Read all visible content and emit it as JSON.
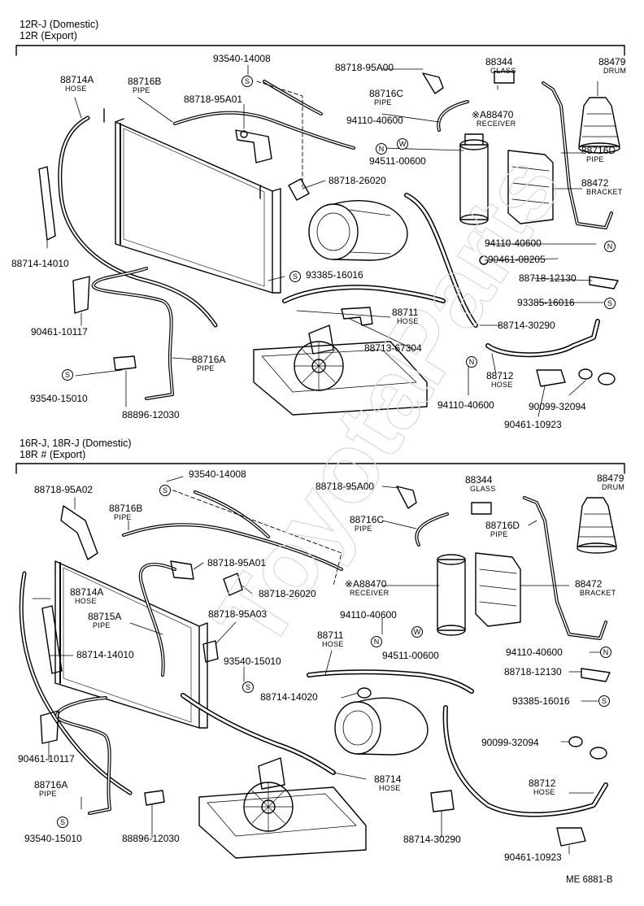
{
  "colors": {
    "ink": "#000000",
    "paper": "#ffffff",
    "watermark": "#d9d9d9"
  },
  "watermark": "ToyotaParts",
  "diagram_code": "ME 6881-B",
  "top": {
    "heading_line1": "12R-J (Domestic)",
    "heading_line2": "12R (Export)",
    "labels": [
      {
        "pn": "93540-14008"
      },
      {
        "pn": "88718-95A00"
      },
      {
        "pn": "88344",
        "sub": "GLASS"
      },
      {
        "pn": "88479",
        "sub": "DRUM"
      },
      {
        "pn": "88714A",
        "sub": "HOSE"
      },
      {
        "pn": "88716B",
        "sub": "PIPE"
      },
      {
        "pn": "88716C",
        "sub": "PIPE"
      },
      {
        "pn": "88718-95A01"
      },
      {
        "pn": "※A88470",
        "sub": "RECEIVER"
      },
      {
        "pn": "94110-40600"
      },
      {
        "pn": "94511-00600"
      },
      {
        "pn": "88716D",
        "sub": "PIPE"
      },
      {
        "pn": "88472",
        "sub": "BRACKET"
      },
      {
        "pn": "88718-26020"
      },
      {
        "pn": "88714-14010"
      },
      {
        "pn": "94110-40600"
      },
      {
        "pn": "90461-08205"
      },
      {
        "pn": "93385-16016"
      },
      {
        "pn": "88718-12130"
      },
      {
        "pn": "93385-16016"
      },
      {
        "pn": "90461-10117"
      },
      {
        "pn": "88711",
        "sub": "HOSE"
      },
      {
        "pn": "88714-30290"
      },
      {
        "pn": "88713-67304"
      },
      {
        "pn": "88716A",
        "sub": "PIPE"
      },
      {
        "pn": "88712",
        "sub": "HOSE"
      },
      {
        "pn": "93540-15010"
      },
      {
        "pn": "94110-40600"
      },
      {
        "pn": "90099-32094"
      },
      {
        "pn": "88896-12030"
      },
      {
        "pn": "90461-10923"
      }
    ]
  },
  "bottom": {
    "heading_line1": "16R-J, 18R-J (Domestic)",
    "heading_line2": "18R # (Export)",
    "labels": [
      {
        "pn": "93540-14008"
      },
      {
        "pn": "88718-95A02"
      },
      {
        "pn": "88718-95A00"
      },
      {
        "pn": "88344",
        "sub": "GLASS"
      },
      {
        "pn": "88479",
        "sub": "DRUM"
      },
      {
        "pn": "88716B",
        "sub": "PIPE"
      },
      {
        "pn": "88716C",
        "sub": "PIPE"
      },
      {
        "pn": "88716D",
        "sub": "PIPE"
      },
      {
        "pn": "88718-95A01"
      },
      {
        "pn": "※A88470",
        "sub": "RECEIVER"
      },
      {
        "pn": "88472",
        "sub": "BRACKET"
      },
      {
        "pn": "88714A",
        "sub": "HOSE"
      },
      {
        "pn": "88718-26020"
      },
      {
        "pn": "88715A",
        "sub": "PIPE"
      },
      {
        "pn": "88718-95A03"
      },
      {
        "pn": "94110-40600"
      },
      {
        "pn": "94511-00600"
      },
      {
        "pn": "88714-14010"
      },
      {
        "pn": "93540-15010"
      },
      {
        "pn": "88711",
        "sub": "HOSE"
      },
      {
        "pn": "94110-40600"
      },
      {
        "pn": "88718-12130"
      },
      {
        "pn": "88714-14020"
      },
      {
        "pn": "93385-16016"
      },
      {
        "pn": "90099-32094"
      },
      {
        "pn": "90461-10117"
      },
      {
        "pn": "88714",
        "sub": "HOSE"
      },
      {
        "pn": "88716A",
        "sub": "PIPE"
      },
      {
        "pn": "88712",
        "sub": "HOSE"
      },
      {
        "pn": "93540-15010"
      },
      {
        "pn": "88896-12030"
      },
      {
        "pn": "88714-30290"
      },
      {
        "pn": "90461-10923"
      }
    ]
  }
}
